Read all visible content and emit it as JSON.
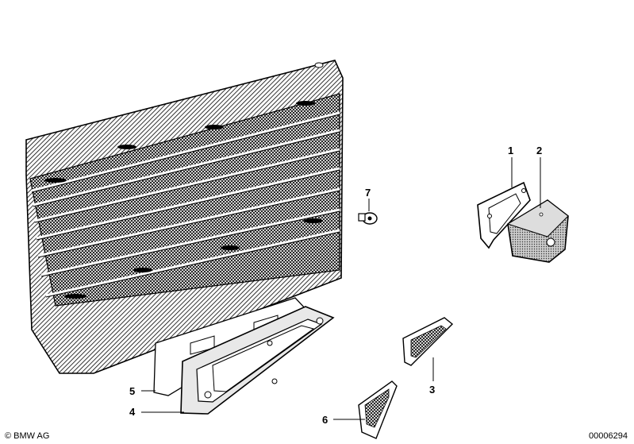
{
  "colors": {
    "ink": "#000000",
    "paper": "#ffffff"
  },
  "callouts": [
    {
      "id": "1",
      "label": "1"
    },
    {
      "id": "2",
      "label": "2"
    },
    {
      "id": "3",
      "label": "3"
    },
    {
      "id": "4",
      "label": "4"
    },
    {
      "id": "5",
      "label": "5"
    },
    {
      "id": "6",
      "label": "6"
    },
    {
      "id": "7",
      "label": "7"
    }
  ],
  "footer": {
    "copyright": "© BMW AG",
    "document_number": "00006294"
  }
}
